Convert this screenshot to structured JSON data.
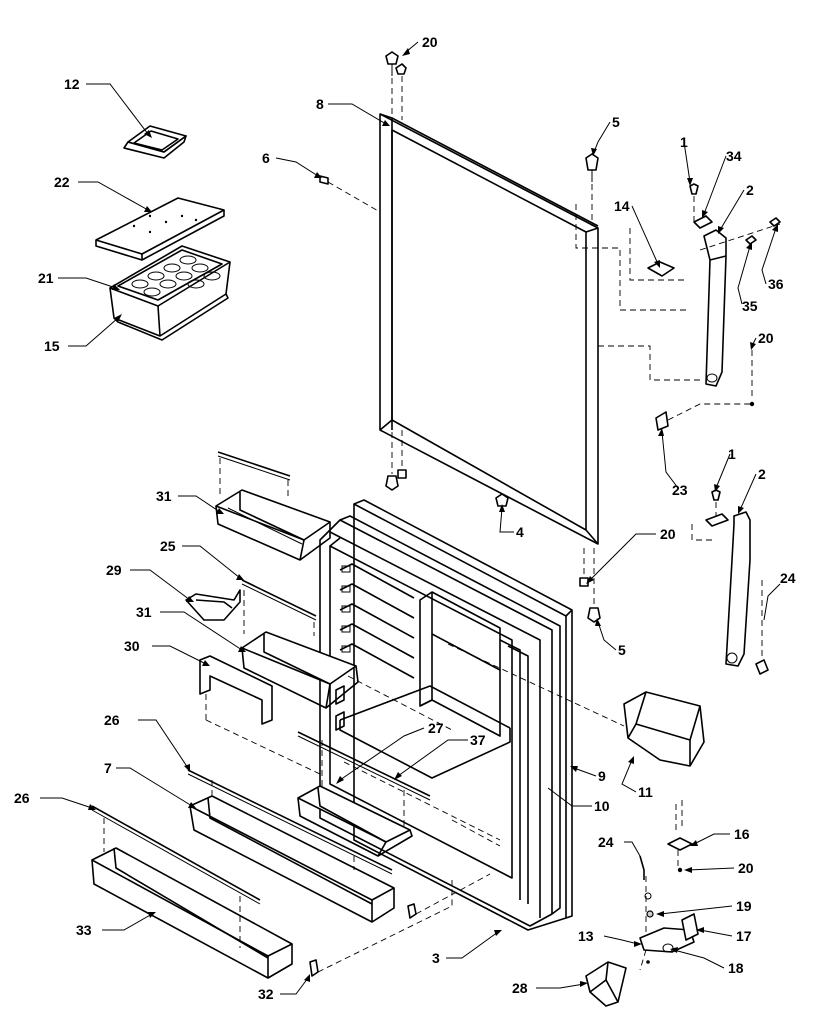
{
  "callouts": {
    "c1a": "1",
    "c1b": "1",
    "c2a": "2",
    "c2b": "2",
    "c3": "3",
    "c4": "4",
    "c5a": "5",
    "c5b": "5",
    "c6": "6",
    "c7": "7",
    "c8": "8",
    "c9": "9",
    "c10": "10",
    "c11": "11",
    "c12": "12",
    "c13": "13",
    "c14": "14",
    "c15": "15",
    "c16": "16",
    "c17": "17",
    "c18": "18",
    "c19": "19",
    "c20a": "20",
    "c20b": "20",
    "c20c": "20",
    "c20d": "20",
    "c21": "21",
    "c22": "22",
    "c23": "23",
    "c24a": "24",
    "c24b": "24",
    "c25": "25",
    "c26a": "26",
    "c26b": "26",
    "c27": "27",
    "c28": "28",
    "c29": "29",
    "c30": "30",
    "c31a": "31",
    "c31b": "31",
    "c32": "32",
    "c33": "33",
    "c34": "34",
    "c35": "35",
    "c36": "36",
    "c37": "37"
  }
}
